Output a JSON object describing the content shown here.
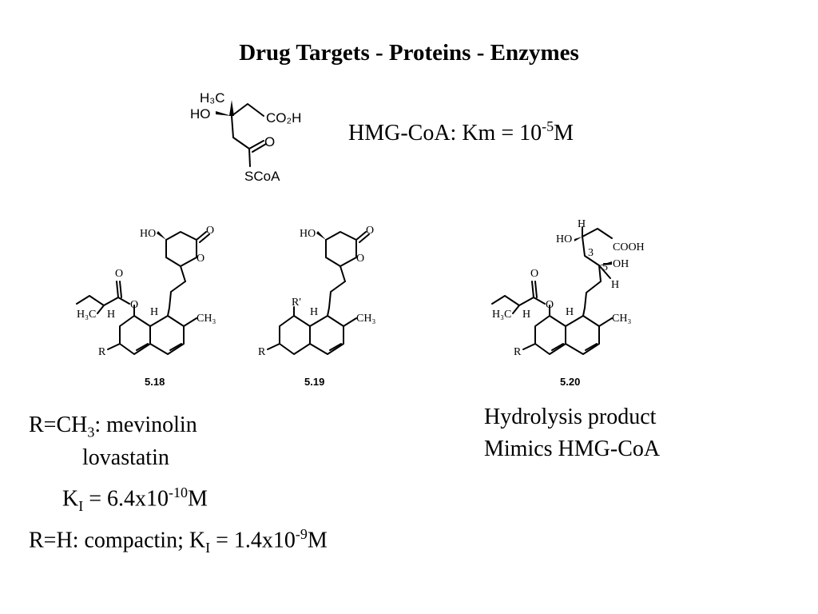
{
  "title": "Drug Targets - Proteins - Enzymes",
  "hmg": {
    "labels": {
      "h3c": "H₃C",
      "ho": "HO",
      "co2h": "CO₂H",
      "o": "O",
      "scoa": "SCoA"
    },
    "km_prefix": "HMG-CoA:  Km = 10",
    "km_exp": "-5",
    "km_unit": "M"
  },
  "structures": {
    "ho": "HO",
    "o": "O",
    "h": "H",
    "h3c": "H₃C",
    "ch3": "CH₃",
    "r": "R",
    "r_prime": "R'",
    "cooh": "COOH",
    "oh": "OH",
    "c3": "3",
    "c5": "5",
    "ids": [
      "5.18",
      "5.19",
      "5.20"
    ]
  },
  "notes": {
    "line1_a": "R=CH",
    "line1_sub": "3",
    "line1_b": ":  mevinolin",
    "line2": "lovastatin",
    "ki1_a": "K",
    "ki1_sub": "I",
    "ki1_b": " = 6.4x10",
    "ki1_exp": "-10",
    "ki1_unit": "M",
    "line4_a": "R=H:  compactin; K",
    "line4_sub": "I",
    "line4_b": " = 1.4x10",
    "line4_exp": "-9",
    "line4_unit": "M",
    "hydro1": "Hydrolysis product",
    "hydro2": "Mimics HMG-CoA"
  }
}
